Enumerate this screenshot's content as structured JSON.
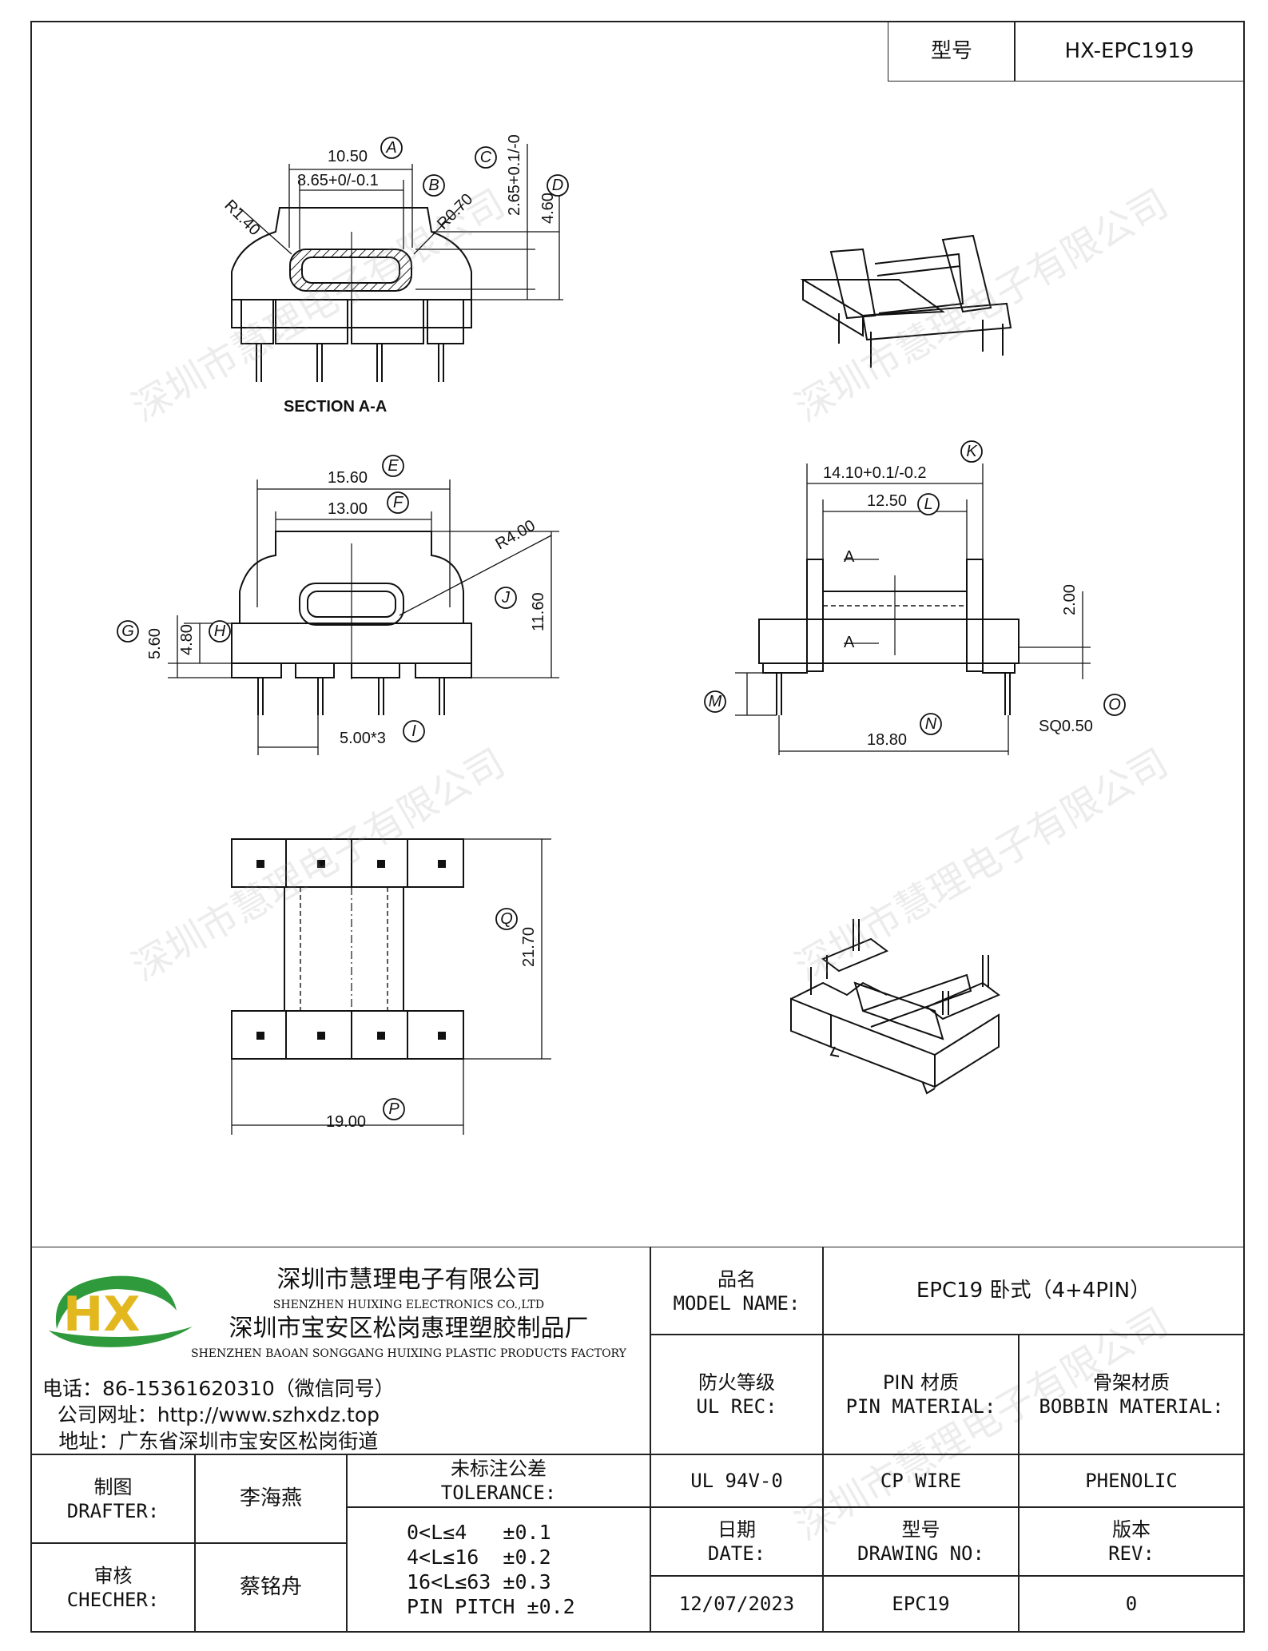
{
  "model_box": {
    "label": "型号",
    "value": "HX-EPC1919"
  },
  "drawing": {
    "section_title": "SECTION A-A",
    "dims": {
      "a": "10.50",
      "b": "8.65+0/-0.1",
      "c": "2.65+0.1/-0",
      "d": "4.60",
      "r1": "R1.40",
      "r2": "R0.70",
      "e": "15.60",
      "f": "13.00",
      "r3": "R4.00",
      "j": "11.60",
      "g": "5.60",
      "h": "4.80",
      "i": "5.00*3",
      "k": "14.10+0.1/-0.2",
      "l": "12.50",
      "v": "2.00",
      "n": "18.80",
      "o": "SQ0.50",
      "q": "21.70",
      "p": "19.00",
      "section_mark": "A"
    },
    "circle_labels": [
      "A",
      "B",
      "C",
      "D",
      "E",
      "F",
      "G",
      "H",
      "I",
      "J",
      "K",
      "L",
      "M",
      "N",
      "O",
      "P",
      "Q"
    ]
  },
  "watermark": "深圳市慧理电子有限公司",
  "company": {
    "logo": "HX",
    "name_cn_1": "深圳市慧理电子有限公司",
    "name_en_1": "SHENZHEN HUIXING ELECTRONICS CO.,LTD",
    "name_cn_2": "深圳市宝安区松岗惠理塑胶制品厂",
    "name_en_2": "SHENZHEN BAOAN SONGGANG HUIXING PLASTIC PRODUCTS FACTORY",
    "phone": "电话：86-15361620310（微信同号）",
    "website": "公司网址：http://www.szhxdz.top",
    "address": "地址：广东省深圳市宝安区松岗街道"
  },
  "table": {
    "model_name_cn": "品名",
    "model_name_en": "MODEL NAME:",
    "model_name_value": "EPC19 卧式（4+4PIN）",
    "ul_cn": "防火等级",
    "ul_en": "UL REC:",
    "pin_cn": "PIN 材质",
    "pin_en": "PIN MATERIAL:",
    "bobbin_cn": "骨架材质",
    "bobbin_en": "BOBBIN MATERIAL:",
    "ul_value": "UL 94V-0",
    "pin_value": "CP WIRE",
    "bobbin_value": "PHENOLIC",
    "drafter_cn": "制图",
    "drafter_en": "DRAFTER:",
    "drafter_name": "李海燕",
    "checker_cn": "审核",
    "checker_en": "CHECHER:",
    "checker_name": "蔡铭舟",
    "tolerance_cn": "未标注公差",
    "tolerance_en": "TOLERANCE:",
    "tolerance_lines": [
      "0<L≤4   ±0.1",
      "4<L≤16  ±0.2",
      "16<L≤63 ±0.3",
      "PIN PITCH ±0.2"
    ],
    "date_cn": "日期",
    "date_en": "DATE:",
    "drawing_no_cn": "型号",
    "drawing_no_en": "DRAWING NO:",
    "rev_cn": "版本",
    "rev_en": "REV:",
    "date_value": "12/07/2023",
    "drawing_no_value": "EPC19",
    "rev_value": "0"
  }
}
